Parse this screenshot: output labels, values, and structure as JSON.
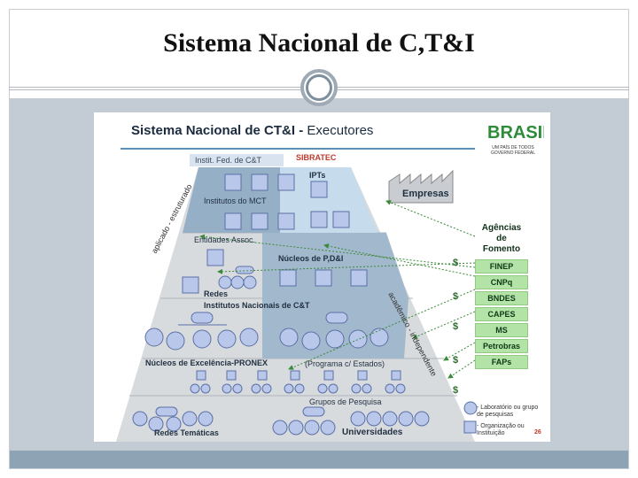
{
  "slide": {
    "title": "Sistema Nacional de C,T&I"
  },
  "diagram": {
    "title": "Sistema Nacional de CT&I -",
    "subtitle": "Executores",
    "logo_text": "BRASIL",
    "logo_tagline1": "UM PAÍS DE TODOS",
    "logo_tagline2": "GOVERNO FEDERAL",
    "tags": {
      "instit": "Instit. Fed. de C&T",
      "sibratec": "SIBRATEC"
    },
    "labels": {
      "ipts": "IPTs",
      "empresas": "Empresas",
      "institutos_mct": "Institutos do MCT",
      "entidades": "Entidades Assoc.",
      "nucleos_pdi": "Núcleos de P,D&I",
      "redes": "Redes",
      "institutos_nacionais": "Institutos Nacionais de C&T",
      "nucleos_excelencia": "Núcleos de Excelência-PRONEX",
      "programa": "(Programa  c/  Estados)",
      "grupos": "Grupos de Pesquisa",
      "redes_tematicas": "Redes Temáticas",
      "universidades": "Universidades",
      "axis_left": "aplicado - estruturado",
      "axis_right": "acadêmico - independente"
    },
    "agencias_title": [
      "Agências",
      "de",
      "Fomento"
    ],
    "agencies": [
      "FINEP",
      "CNPq",
      "BNDES",
      "CAPES",
      "MS",
      "Petrobras",
      "FAPs"
    ],
    "dollar_sign": "$",
    "legend": {
      "circle": "- Laboratório ou grupo de pesquisas",
      "square": "- Organização ou Instituição"
    },
    "page_number": "26"
  },
  "colors": {
    "frame_bg": "#c3ccd4",
    "footer": "#8ea4b5",
    "pyramid_light": "#d6d9dc",
    "pyramid_blue": "#9db4c8",
    "ipts_blue": "#c7dcec",
    "agency_green": "#b4e3a8",
    "sibratec_red": "#c0392b",
    "node_fill": "#b9c8ea"
  }
}
